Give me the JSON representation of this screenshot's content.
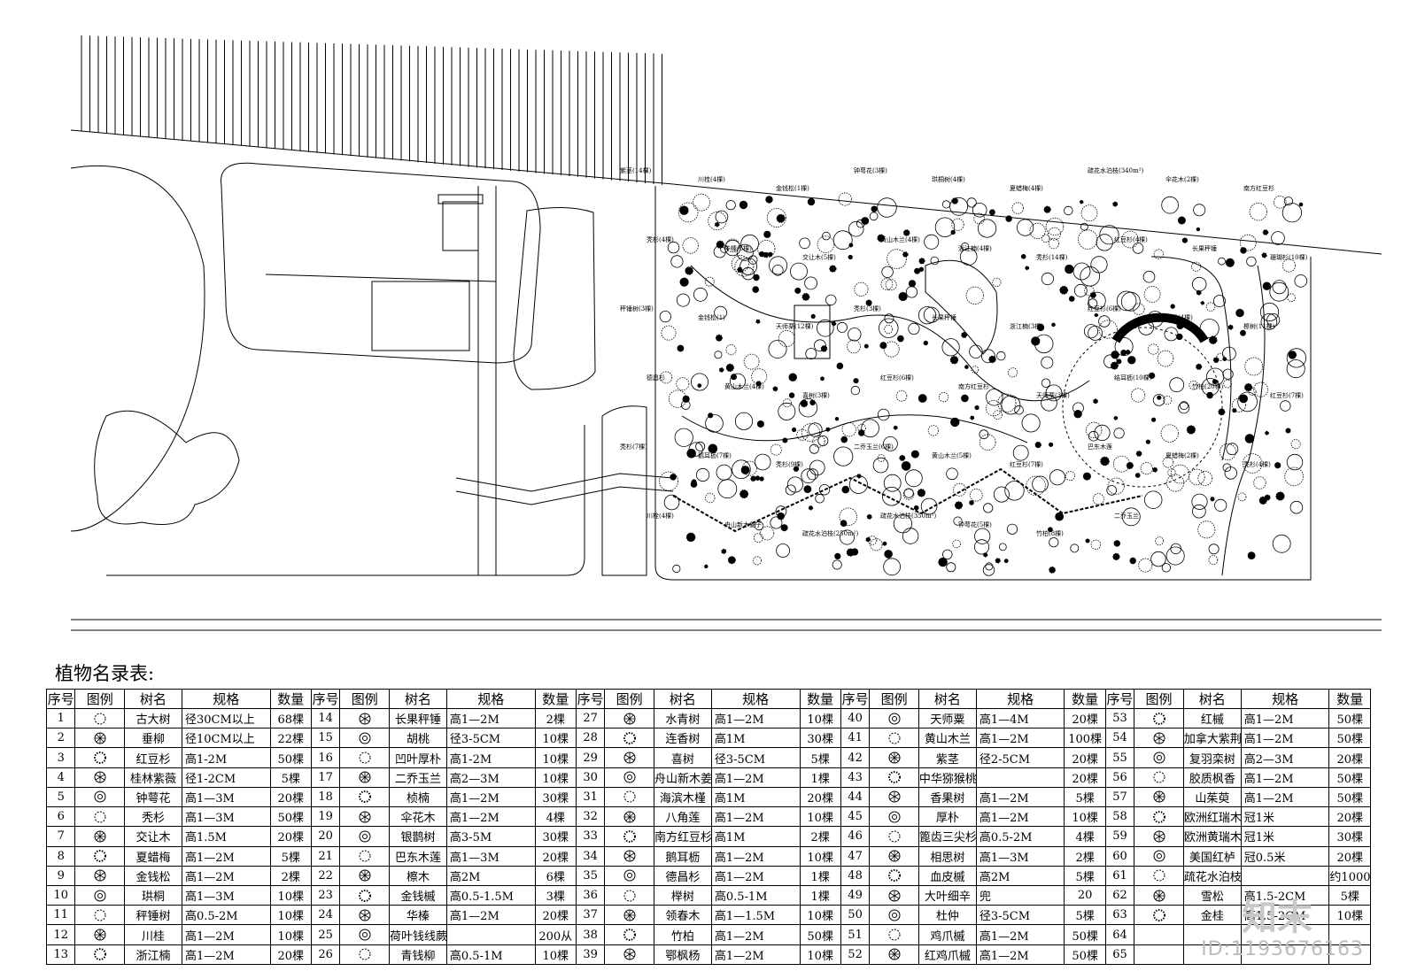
{
  "table_title": "植物名录表:",
  "headers": [
    "序号",
    "图例",
    "树名",
    "规格",
    "数量"
  ],
  "groups": [
    [
      [
        "1",
        "古大树",
        "径30CM以上",
        "68棵"
      ],
      [
        "2",
        "垂柳",
        "径10CM以上",
        "22棵"
      ],
      [
        "3",
        "红豆杉",
        "高1-2M",
        "50棵"
      ],
      [
        "4",
        "桂林紫薇",
        "径1-2CM",
        "5棵"
      ],
      [
        "5",
        "钟萼花",
        "高1—3M",
        "20棵"
      ],
      [
        "6",
        "秃杉",
        "高1—3M",
        "50棵"
      ],
      [
        "7",
        "交让木",
        "高1.5M",
        "20棵"
      ],
      [
        "8",
        "夏蜡梅",
        "高1—2M",
        "5棵"
      ],
      [
        "9",
        "金钱松",
        "高1—2M",
        "2棵"
      ],
      [
        "10",
        "珙桐",
        "高1—3M",
        "10棵"
      ],
      [
        "11",
        "秤锤树",
        "高0.5-2M",
        "10棵"
      ],
      [
        "12",
        "川桂",
        "高1—2M",
        "10棵"
      ],
      [
        "13",
        "浙江楠",
        "高1—2M",
        "20棵"
      ]
    ],
    [
      [
        "14",
        "长果秤锤",
        "高1—2M",
        "2棵"
      ],
      [
        "15",
        "胡桃",
        "径3-5CM",
        "10棵"
      ],
      [
        "16",
        "凹叶厚朴",
        "高1-2M",
        "10棵"
      ],
      [
        "17",
        "二乔玉兰",
        "高2—3M",
        "10棵"
      ],
      [
        "18",
        "桢楠",
        "高1—2M",
        "30棵"
      ],
      [
        "19",
        "伞花木",
        "高1—2M",
        "4棵"
      ],
      [
        "20",
        "银鹊树",
        "高3-5M",
        "30棵"
      ],
      [
        "21",
        "巴东木莲",
        "高1—3M",
        "20棵"
      ],
      [
        "22",
        "檫木",
        "高2M",
        "6棵"
      ],
      [
        "23",
        "金钱槭",
        "高0.5-1.5M",
        "3棵"
      ],
      [
        "24",
        "华榛",
        "高1—2M",
        "20棵"
      ],
      [
        "25",
        "荷叶钱线蕨",
        "",
        "200从"
      ],
      [
        "26",
        "青钱柳",
        "高0.5-1M",
        "10棵"
      ]
    ],
    [
      [
        "27",
        "水青树",
        "高1—2M",
        "10棵"
      ],
      [
        "28",
        "连香树",
        "高1M",
        "30棵"
      ],
      [
        "29",
        "喜树",
        "径3-5CM",
        "5棵"
      ],
      [
        "30",
        "舟山新木姜子",
        "高1—2M",
        "1棵"
      ],
      [
        "31",
        "海滨木槿",
        "高1M",
        "20棵"
      ],
      [
        "32",
        "八角莲",
        "高1—2M",
        "10棵"
      ],
      [
        "33",
        "南方红豆杉",
        "高1M",
        "2棵"
      ],
      [
        "34",
        "鹅耳枥",
        "高1—2M",
        "10棵"
      ],
      [
        "35",
        "德昌杉",
        "高1—2M",
        "1棵"
      ],
      [
        "36",
        "榉树",
        "高0.5-1M",
        "1棵"
      ],
      [
        "37",
        "领春木",
        "高1—1.5M",
        "10棵"
      ],
      [
        "38",
        "竹柏",
        "高1—2M",
        "50棵"
      ],
      [
        "39",
        "鄂枫杨",
        "高1—2M",
        "10棵"
      ]
    ],
    [
      [
        "40",
        "天师粟",
        "高1—4M",
        "20棵"
      ],
      [
        "41",
        "黄山木兰",
        "高1—2M",
        "100棵"
      ],
      [
        "42",
        "紫茎",
        "径2-5CM",
        "20棵"
      ],
      [
        "43",
        "中华猕猴桃",
        "",
        "20棵"
      ],
      [
        "44",
        "香果树",
        "高1—2M",
        "5棵"
      ],
      [
        "45",
        "厚朴",
        "高1—2M",
        "10棵"
      ],
      [
        "46",
        "篦齿三尖杉",
        "高0.5-2M",
        "4棵"
      ],
      [
        "47",
        "相思树",
        "高1—3M",
        "2棵"
      ],
      [
        "48",
        "血皮槭",
        "高2M",
        "5棵"
      ],
      [
        "49",
        "大叶细辛",
        "兜",
        "20"
      ],
      [
        "50",
        "杜仲",
        "径3-5CM",
        "5棵"
      ],
      [
        "51",
        "鸡爪槭",
        "高1—2M",
        "50棵"
      ],
      [
        "52",
        "红鸡爪槭",
        "高1—2M",
        "50棵"
      ]
    ],
    [
      [
        "53",
        "红槭",
        "高1—2M",
        "50棵"
      ],
      [
        "54",
        "加拿大紫荆",
        "高1—2M",
        "50棵"
      ],
      [
        "55",
        "复羽栾树",
        "高2—3M",
        "20棵"
      ],
      [
        "56",
        "胶质枫香",
        "高1—2M",
        "50棵"
      ],
      [
        "57",
        "山茱萸",
        "高1—2M",
        "50棵"
      ],
      [
        "58",
        "欧洲红瑞木",
        "冠1米",
        "20棵"
      ],
      [
        "59",
        "欧洲黄瑞木",
        "冠1米",
        "30棵"
      ],
      [
        "60",
        "美国红栌",
        "冠0.5米",
        "20棵"
      ],
      [
        "61",
        "疏花水泊枝",
        "",
        "约1000M²"
      ],
      [
        "62",
        "雪松",
        "高1.5-2CM",
        "5棵"
      ],
      [
        "63",
        "金桂",
        "高1.5-2CM",
        "10棵"
      ],
      [
        "64",
        "",
        "",
        ""
      ],
      [
        "65",
        "",
        "",
        ""
      ]
    ]
  ],
  "plan_labels": [
    "紫茎(14棵)",
    "川桂(4棵)",
    "金钱松(1棵)",
    "钟萼花(3棵)",
    "珙桐树(4棵)",
    "夏蜡梅(4棵)",
    "疏花水泊枝(340m²)",
    "伞花木(2棵)",
    "南方红豆杉",
    "秃杉(4棵)",
    "华榛(6棵)",
    "交让木(5棵)",
    "黄山木兰(4棵)",
    "浙江楠(4棵)",
    "秃杉(14棵)",
    "红豆杉(4棵)",
    "长果秤锤",
    "珊瑚杉(10棵)",
    "秤锤树(3棵)",
    "金钱松(1)",
    "天师栗(12棵)",
    "秃杉(3棵)",
    "长果秤锤",
    "浙江楠(3棵)",
    "红豆杉(6棵)",
    "船栈(4棵)",
    "檫树(11棵)",
    "德昌杉",
    "黄山木兰(4棵)",
    "喜树(3棵)",
    "红豆杉(6棵)",
    "南方红豆杉",
    "天师栗(3棵)",
    "结耳枥(10棵)",
    "竹柏(20棵)",
    "红豆杉(7棵)",
    "秃杉(7棵)",
    "鹅耳枥(7棵)",
    "秃杉(9棵)",
    "二乔玉兰(6棵)",
    "黄山木兰(5棵)",
    "红豆杉(7棵)",
    "巴东木莲",
    "夏蜡梅(2棵)",
    "秃杉(4棵)",
    "川栓(4棵)",
    "舟山新木姜子",
    "疏花水泊枝(250m²)",
    "疏花水泊枝(350m²)",
    "钟萼花(5棵)",
    "竹柏(8棵)",
    "二乔玉兰"
  ],
  "watermark_text": "ID:1193676163",
  "logo_text": "知末"
}
